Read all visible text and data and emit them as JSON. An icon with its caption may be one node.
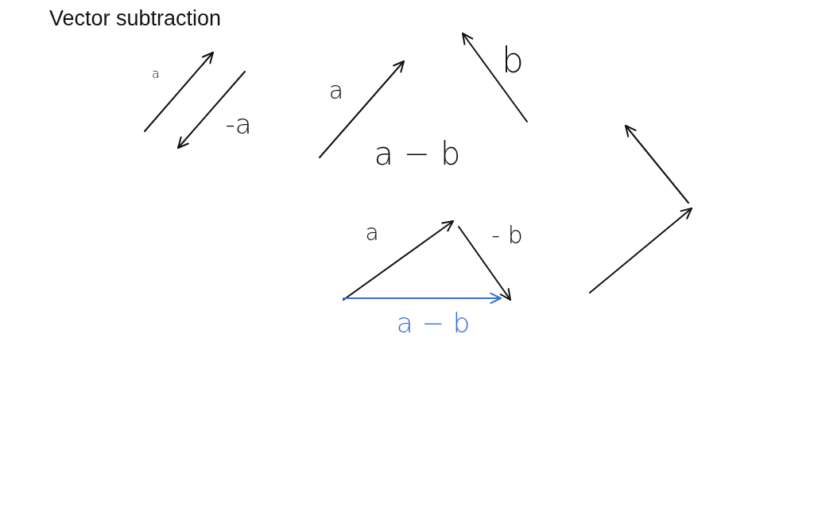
{
  "diagram": {
    "title": "Vector subtraction",
    "labels": [
      "a",
      "-a",
      "a",
      "b",
      "a − b",
      "a",
      "- b",
      "a − b"
    ]
  }
}
